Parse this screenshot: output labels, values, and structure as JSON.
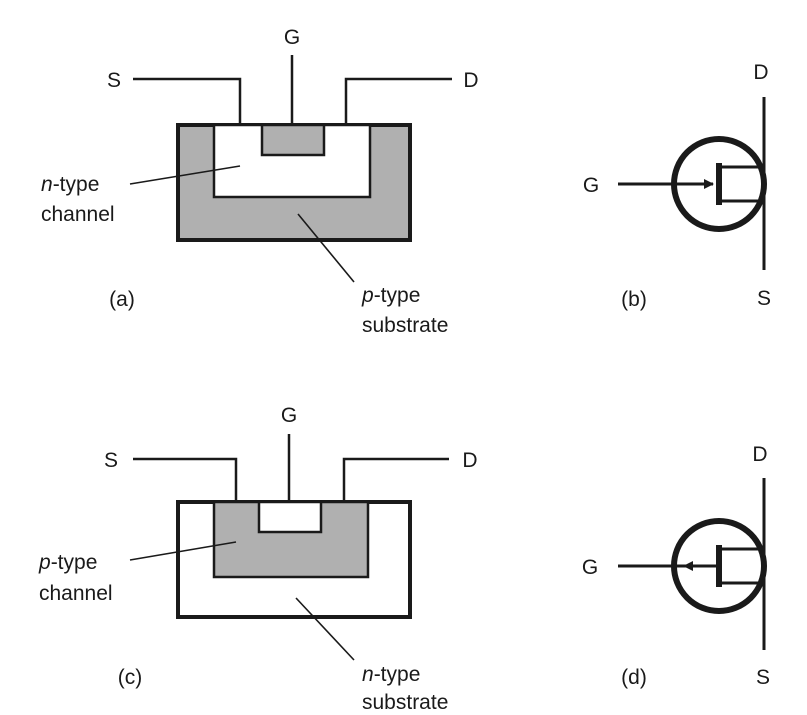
{
  "colors": {
    "line": "#1a1a1a",
    "shaded": "#b0b0b0",
    "background": "#ffffff"
  },
  "diagram_a": {
    "terminals": {
      "source": "S",
      "gate": "G",
      "drain": "D"
    },
    "channel": {
      "type_prefix": "n",
      "type_suffix": "-type",
      "word": "channel"
    },
    "substrate": {
      "type_prefix": "p",
      "type_suffix": "-type",
      "word": "substrate"
    },
    "caption": "(a)"
  },
  "diagram_b": {
    "terminals": {
      "gate": "G",
      "drain": "D",
      "source": "S"
    },
    "arrow_direction": "inward",
    "caption": "(b)"
  },
  "diagram_c": {
    "terminals": {
      "source": "S",
      "gate": "G",
      "drain": "D"
    },
    "channel": {
      "type_prefix": "p",
      "type_suffix": "-type",
      "word": "channel"
    },
    "substrate": {
      "type_prefix": "n",
      "type_suffix": "-type",
      "word": "substrate"
    },
    "caption": "(c)"
  },
  "diagram_d": {
    "terminals": {
      "gate": "G",
      "drain": "D",
      "source": "S"
    },
    "arrow_direction": "outward",
    "caption": "(d)"
  }
}
